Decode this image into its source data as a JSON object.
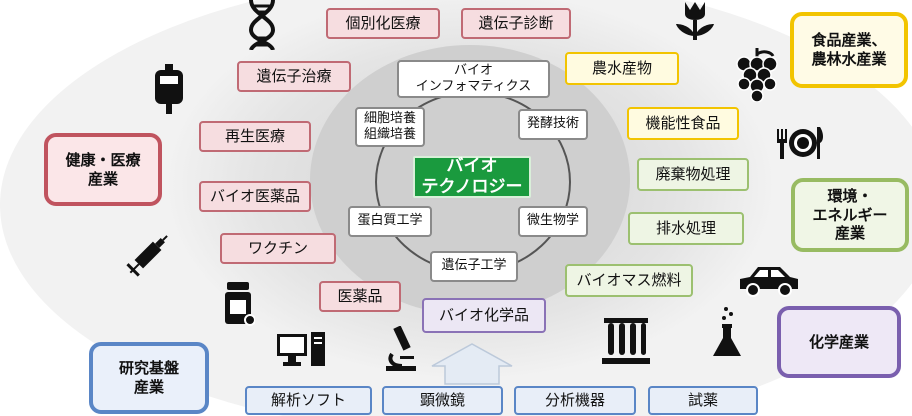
{
  "center": "バイオ\nテクノロジー",
  "inner_ring": [
    "バイオ\nインフォマティクス",
    "発酵技術",
    "微生物学",
    "遺伝子工学",
    "蛋白質工学",
    "細胞培養\n組織培養"
  ],
  "health_items": [
    "個別化医療",
    "遺伝子診断",
    "遺伝子治療",
    "再生医療",
    "バイオ医薬品",
    "ワクチン",
    "医薬品"
  ],
  "food_items": [
    "農水産物",
    "機能性食品"
  ],
  "env_items": [
    "廃棄物処理",
    "排水処理",
    "バイオマス燃料"
  ],
  "chem_items": [
    "バイオ化学品"
  ],
  "research_items": [
    "解析ソフト",
    "顕微鏡",
    "分析機器",
    "試薬"
  ],
  "industries": {
    "health": "健康・医療\n産業",
    "food": "食品産業、\n農林水産業",
    "env": "環境・\nエネルギー\n産業",
    "chem": "化学産業",
    "research": "研究基盤\n産業"
  },
  "icons": [
    "dna-icon",
    "iv-bag-icon",
    "syringe-icon",
    "pill-bottle-icon",
    "computer-icon",
    "microscope-icon",
    "tulip-icon",
    "grapes-icon",
    "plate-cutlery-icon",
    "car-icon",
    "flask-icon",
    "test-tubes-icon",
    "up-arrow-icon"
  ],
  "colors": {
    "health": "#c0545f",
    "food": "#f2c400",
    "env": "#98bb62",
    "chem": "#7a5fae",
    "research": "#5a86c6",
    "center": "#1a9a3e"
  }
}
